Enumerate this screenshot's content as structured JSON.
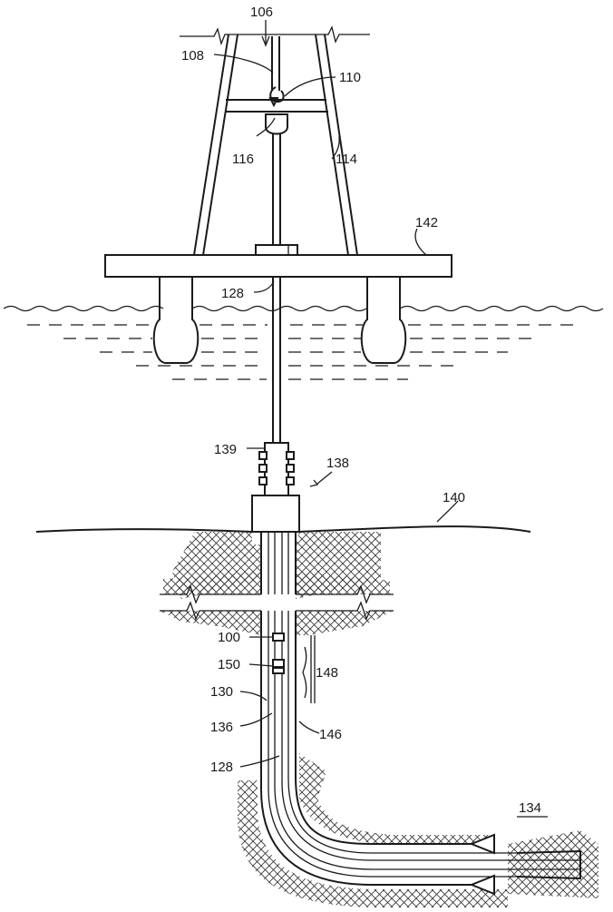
{
  "labels": {
    "l106": "106",
    "l108": "108",
    "l110": "110",
    "l116": "116",
    "l114": "114",
    "l142": "142",
    "l128_top": "128",
    "l139": "139",
    "l138": "138",
    "l140": "140",
    "l100": "100",
    "l150": "150",
    "l148": "148",
    "l130": "130",
    "l136": "136",
    "l146": "146",
    "l128_bottom": "128",
    "l134": "134"
  },
  "colors": {
    "ink": "#1a1a1a",
    "background": "#ffffff"
  }
}
